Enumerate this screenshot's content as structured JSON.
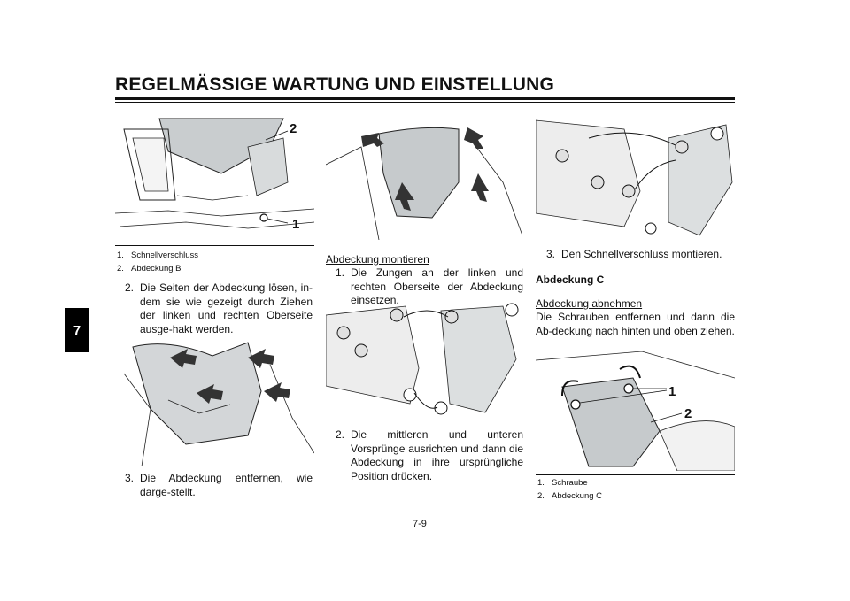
{
  "header": {
    "title": "REGELMÄSSIGE WARTUNG UND EINSTELLUNG"
  },
  "chapter_tab": "7",
  "page_number": "7-9",
  "figure1": {
    "callouts": [
      "2",
      "1"
    ],
    "caption": [
      {
        "num": "1.",
        "text": "Schnellverschluss"
      },
      {
        "num": "2.",
        "text": "Abdeckung B"
      }
    ]
  },
  "left_column": {
    "step2": {
      "num": "2.",
      "text": "Die Seiten der Abdeckung lösen, in-dem sie wie gezeigt durch Ziehen der linken und rechten Oberseite ausge-hakt werden."
    },
    "step3": {
      "num": "3.",
      "text": "Die Abdeckung entfernen, wie darge-stellt."
    }
  },
  "middle_column": {
    "subheading": "Abdeckung montieren",
    "step1": {
      "num": "1.",
      "text": "Die Zungen an der linken und rechten Oberseite der Abdeckung einsetzen."
    },
    "step2": {
      "num": "2.",
      "text": "Die mittleren und unteren Vorsprünge ausrichten und dann die Abdeckung in ihre ursprüngliche Position drücken."
    }
  },
  "right_column": {
    "step3": {
      "num": "3.",
      "text": "Den Schnellverschluss montieren."
    },
    "heading": "Abdeckung C",
    "subheading": "Abdeckung abnehmen",
    "paragraph": "Die Schrauben entfernen und dann die Ab-deckung nach hinten und oben ziehen.",
    "figure_callouts": [
      "1",
      "2"
    ],
    "caption": [
      {
        "num": "1.",
        "text": "Schraube"
      },
      {
        "num": "2.",
        "text": "Abdeckung C"
      }
    ]
  }
}
